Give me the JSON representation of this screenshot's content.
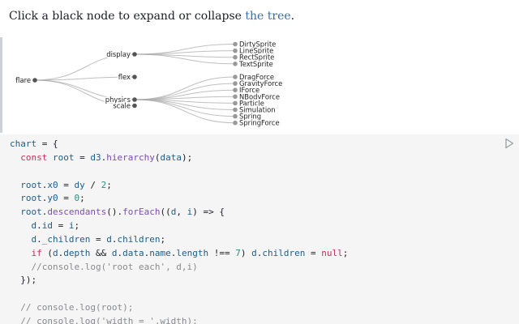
{
  "intro": {
    "text": "Click a black node to expand or collapse ",
    "link_text": "the tree",
    "trailing": "."
  },
  "tree": {
    "root": "flare",
    "children": [
      {
        "name": "display",
        "children": [
          "DirtySprite",
          "LineSprite",
          "RectSprite",
          "TextSprite"
        ]
      },
      {
        "name": "flex",
        "children": []
      },
      {
        "name": "physics",
        "children": [
          "DragForce",
          "GravityForce",
          "IForce",
          "NBodyForce",
          "Particle",
          "Simulation",
          "Spring",
          "SpringForce"
        ]
      },
      {
        "name": "scale",
        "children": []
      }
    ],
    "colors": {
      "collapsed_node": "#555555",
      "leaf_node": "#999999",
      "link": "#a9a9a9"
    }
  },
  "code": {
    "lines": [
      [
        [
          "tok-def",
          "chart"
        ],
        [
          "",
          " = {"
        ]
      ],
      [
        [
          "",
          "  "
        ],
        [
          "tok-kw",
          "const"
        ],
        [
          "",
          " "
        ],
        [
          "tok-def",
          "root"
        ],
        [
          "",
          " = "
        ],
        [
          "tok-prop",
          "d3"
        ],
        [
          "",
          "."
        ],
        [
          "tok-fn",
          "hierarchy"
        ],
        [
          "",
          "("
        ],
        [
          "tok-prop",
          "data"
        ],
        [
          "",
          ");"
        ]
      ],
      [
        [
          "",
          ""
        ]
      ],
      [
        [
          "",
          "  "
        ],
        [
          "tok-prop",
          "root"
        ],
        [
          "",
          "."
        ],
        [
          "tok-prop",
          "x0"
        ],
        [
          "",
          " = "
        ],
        [
          "tok-prop",
          "dy"
        ],
        [
          "",
          " / "
        ],
        [
          "tok-num",
          "2"
        ],
        [
          "",
          ";"
        ]
      ],
      [
        [
          "",
          "  "
        ],
        [
          "tok-prop",
          "root"
        ],
        [
          "",
          "."
        ],
        [
          "tok-prop",
          "y0"
        ],
        [
          "",
          " = "
        ],
        [
          "tok-num",
          "0"
        ],
        [
          "",
          ";"
        ]
      ],
      [
        [
          "",
          "  "
        ],
        [
          "tok-prop",
          "root"
        ],
        [
          "",
          "."
        ],
        [
          "tok-fn",
          "descendants"
        ],
        [
          "",
          "()."
        ],
        [
          "tok-fn",
          "forEach"
        ],
        [
          "",
          "(("
        ],
        [
          "tok-prop",
          "d"
        ],
        [
          "",
          ", "
        ],
        [
          "tok-prop",
          "i"
        ],
        [
          "",
          ") => {"
        ]
      ],
      [
        [
          "",
          "    "
        ],
        [
          "tok-prop",
          "d"
        ],
        [
          "",
          "."
        ],
        [
          "tok-prop",
          "id"
        ],
        [
          "",
          " = "
        ],
        [
          "tok-prop",
          "i"
        ],
        [
          "",
          ";"
        ]
      ],
      [
        [
          "",
          "    "
        ],
        [
          "tok-prop",
          "d"
        ],
        [
          "",
          "."
        ],
        [
          "tok-prop",
          "_children"
        ],
        [
          "",
          " = "
        ],
        [
          "tok-prop",
          "d"
        ],
        [
          "",
          "."
        ],
        [
          "tok-prop",
          "children"
        ],
        [
          "",
          ";"
        ]
      ],
      [
        [
          "",
          "    "
        ],
        [
          "tok-kw",
          "if"
        ],
        [
          "",
          " ("
        ],
        [
          "tok-prop",
          "d"
        ],
        [
          "",
          "."
        ],
        [
          "tok-prop",
          "depth"
        ],
        [
          "",
          " && "
        ],
        [
          "tok-prop",
          "d"
        ],
        [
          "",
          "."
        ],
        [
          "tok-prop",
          "data"
        ],
        [
          "",
          "."
        ],
        [
          "tok-prop",
          "name"
        ],
        [
          "",
          "."
        ],
        [
          "tok-prop",
          "length"
        ],
        [
          "",
          " !== "
        ],
        [
          "tok-num",
          "7"
        ],
        [
          "",
          ") "
        ],
        [
          "tok-prop",
          "d"
        ],
        [
          "",
          "."
        ],
        [
          "tok-prop",
          "children"
        ],
        [
          "",
          " = "
        ],
        [
          "tok-null",
          "null"
        ],
        [
          "",
          ";"
        ]
      ],
      [
        [
          "",
          "    "
        ],
        [
          "tok-cmt",
          "//console.log('root each', d,i)"
        ]
      ],
      [
        [
          "",
          "  });"
        ]
      ],
      [
        [
          "",
          ""
        ]
      ],
      [
        [
          "",
          "  "
        ],
        [
          "tok-cmt",
          "// console.log(root);"
        ]
      ],
      [
        [
          "",
          "  "
        ],
        [
          "tok-cmt",
          "// console.log('width = ',width);"
        ]
      ]
    ]
  },
  "icons": {
    "run": "run-cell-icon"
  }
}
